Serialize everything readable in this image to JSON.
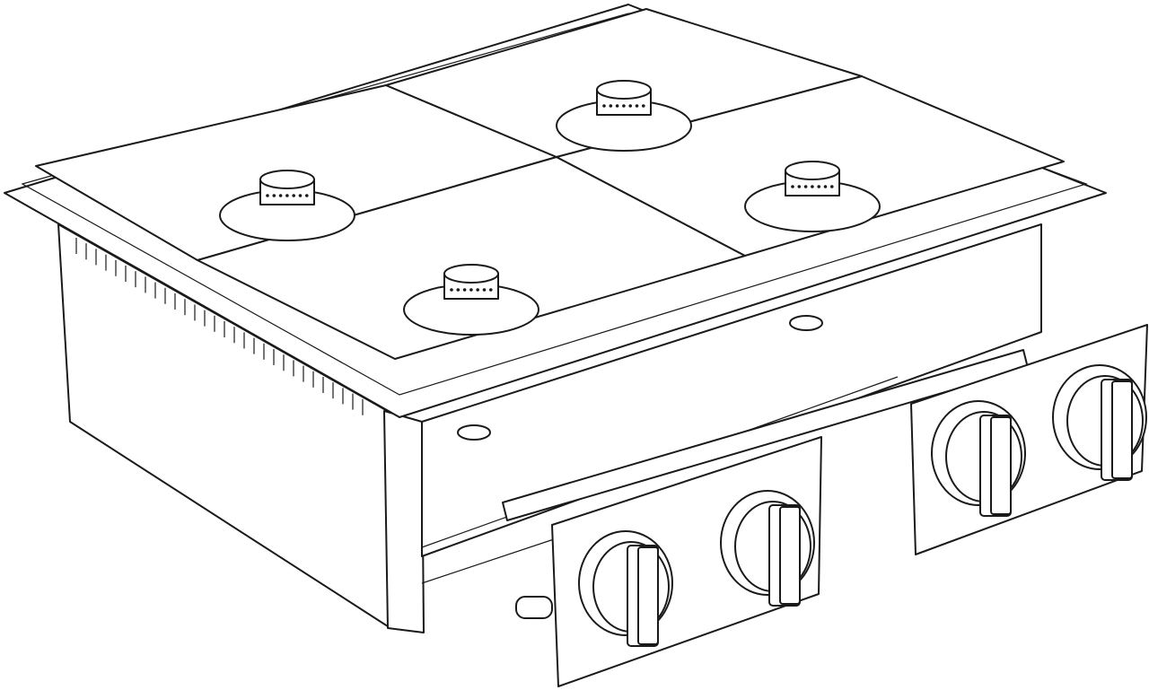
{
  "colors": {
    "line": "#1a1a1a",
    "background": "#ffffff"
  },
  "cooktop": {
    "burner_count": 4,
    "knob_count": 4,
    "control_panel_count": 2
  }
}
